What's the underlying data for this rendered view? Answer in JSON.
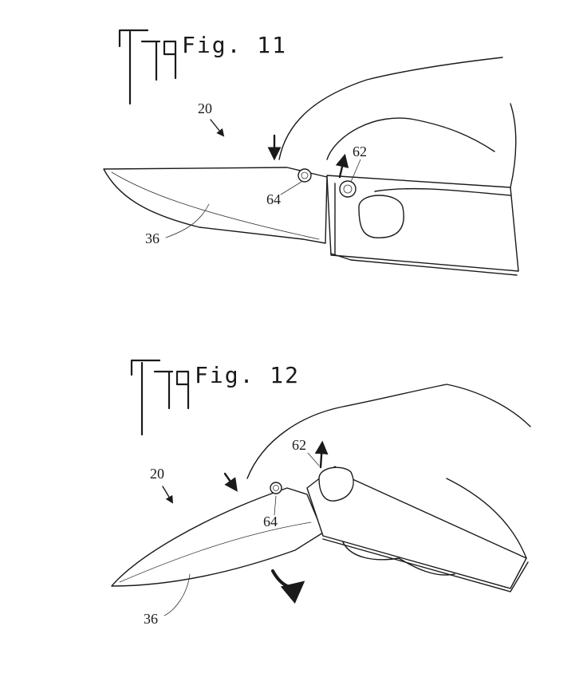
{
  "figures": [
    {
      "title": "Fig. 11",
      "labels": {
        "assembly": "20",
        "blade": "36",
        "stud": "64",
        "button": "62"
      }
    },
    {
      "title": "Fig. 12",
      "labels": {
        "assembly": "20",
        "blade": "36",
        "stud": "64",
        "button": "62"
      }
    }
  ]
}
